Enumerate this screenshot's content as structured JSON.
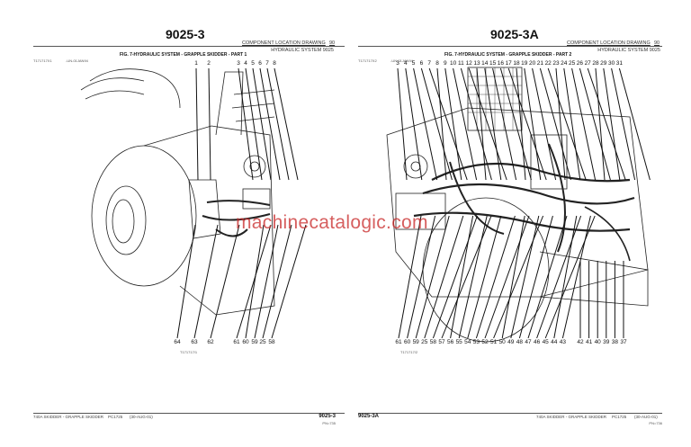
{
  "left_page": {
    "page_number": "9025-3",
    "section": "COMPONENT LOCATION DRAWING",
    "section_num": "90",
    "system": "HYDRAULIC SYSTEM 9025",
    "figure_title": "FIG. 7-HYDRAULIC SYSTEM - GRAPPLE SKIDDER - PART 1",
    "drawing_id": "T171717X1",
    "drawing_date": "-UN-01JAN94",
    "drawing_tag": "T171717/1",
    "top_callouts": [
      "1",
      "2",
      "3",
      "4",
      "5",
      "6",
      "7",
      "8"
    ],
    "bottom_callouts": [
      "64",
      "63",
      "62",
      "61",
      "60",
      "59",
      "25",
      "58"
    ],
    "footer_model": "740A SKIDDER - GRAPPLE SKIDDER",
    "footer_catalog": "PC1725",
    "footer_date": "(30-AUG-01)",
    "footer_page": "9025-3",
    "footer_pn": "PN=735"
  },
  "right_page": {
    "page_number": "9025-3A",
    "section": "COMPONENT LOCATION DRAWING",
    "section_num": "90",
    "system": "HYDRAULIC SYSTEM 9025",
    "figure_title": "FIG. 7-HYDRAULIC SYSTEM - GRAPPLE SKIDDER - PART 2",
    "drawing_id": "T171717X2",
    "drawing_date": "-UN-01JAN94",
    "drawing_tag": "T171717/2",
    "top_callouts": [
      "3",
      "4",
      "5",
      "6",
      "7",
      "8",
      "9",
      "10",
      "11",
      "12",
      "13",
      "14",
      "15",
      "16",
      "17",
      "18",
      "19",
      "20",
      "21",
      "22",
      "23",
      "24",
      "25",
      "26",
      "27",
      "28",
      "29",
      "30",
      "31"
    ],
    "bottom_callouts_a": [
      "61",
      "60",
      "59",
      "25",
      "58",
      "57",
      "56",
      "55",
      "54",
      "53",
      "52",
      "51",
      "50",
      "49",
      "48",
      "47",
      "46",
      "45",
      "44",
      "43"
    ],
    "bottom_callouts_b": [
      "42",
      "41",
      "40",
      "39",
      "38",
      "37"
    ],
    "footer_model": "740A SKIDDER - GRAPPLE SKIDDER",
    "footer_catalog": "PC1725",
    "footer_date": "(30-AUG-01)",
    "footer_page": "9025-3A",
    "footer_pn": "PN=736"
  },
  "watermark": "machinecatalogic.com"
}
